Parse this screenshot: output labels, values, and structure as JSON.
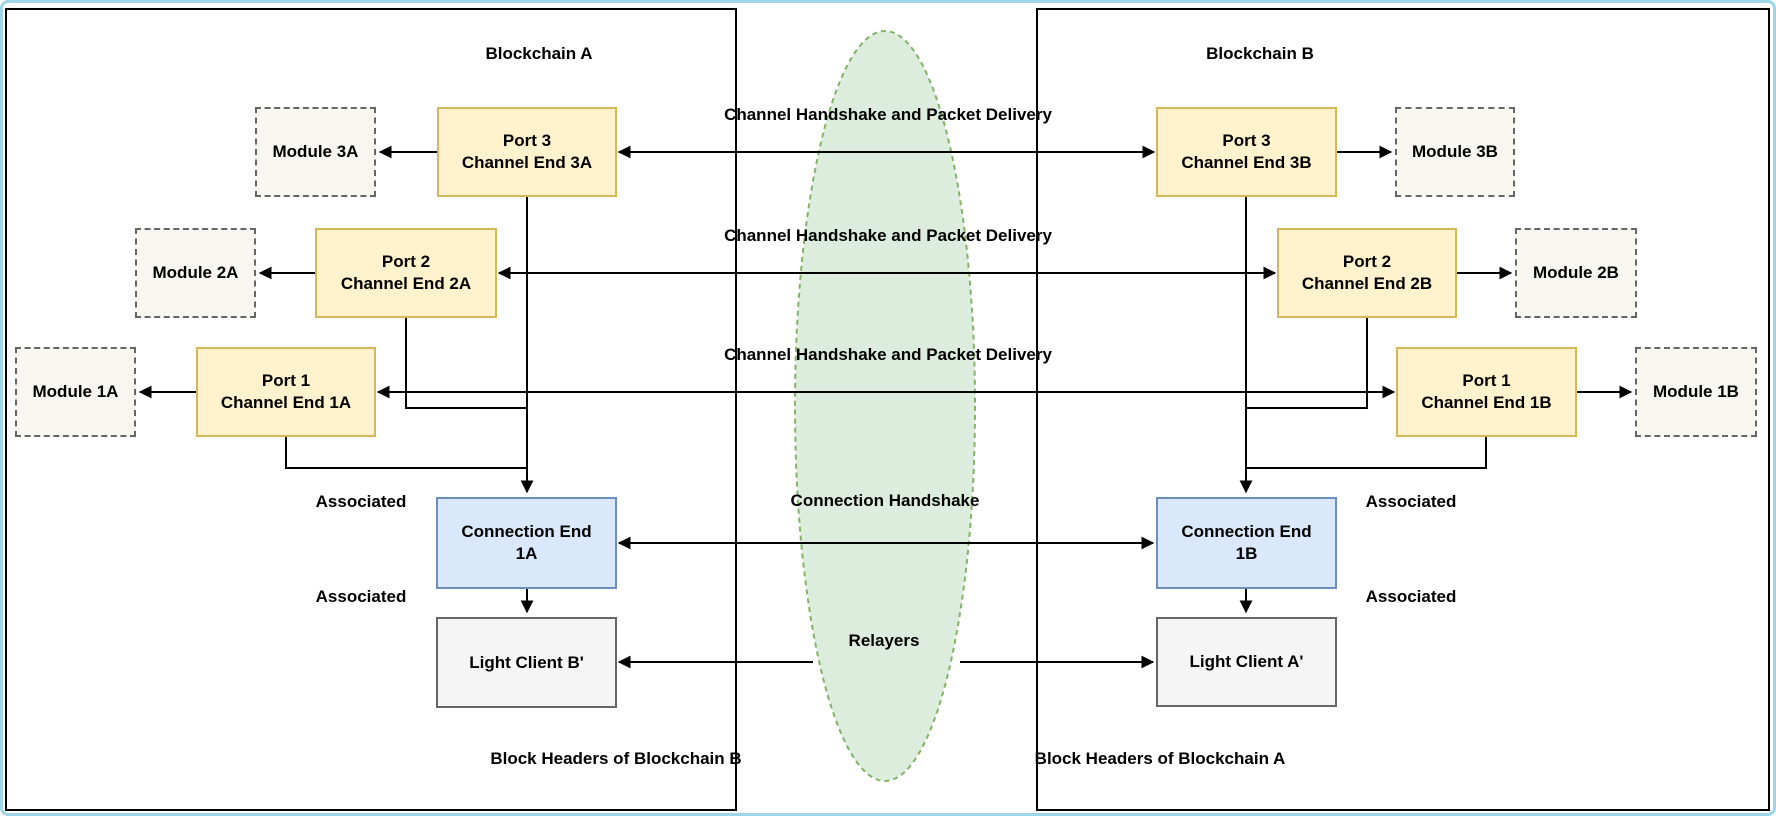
{
  "blockchain_a": {
    "title": "Blockchain A",
    "footer_label": "Block Headers of Blockchain B"
  },
  "blockchain_b": {
    "title": "Blockchain B",
    "footer_label": "Block Headers of Blockchain A"
  },
  "channel_labels": [
    "Channel Handshake and Packet Delivery",
    "Channel Handshake and Packet Delivery",
    "Channel Handshake and Packet Delivery"
  ],
  "connection_label": "Connection Handshake",
  "relayers_label": "Relayers",
  "associated_label": "Associated",
  "nodes": {
    "port3a": {
      "line1": "Port 3",
      "line2": "Channel End 3A"
    },
    "port2a": {
      "line1": "Port 2",
      "line2": "Channel End 2A"
    },
    "port1a": {
      "line1": "Port 1",
      "line2": "Channel End 1A"
    },
    "port3b": {
      "line1": "Port 3",
      "line2": "Channel End 3B"
    },
    "port2b": {
      "line1": "Port 2",
      "line2": "Channel End 2B"
    },
    "port1b": {
      "line1": "Port 1",
      "line2": "Channel End 1B"
    },
    "module3a": {
      "label": "Module 3A"
    },
    "module2a": {
      "label": "Module 2A"
    },
    "module1a": {
      "label": "Module 1A"
    },
    "module3b": {
      "label": "Module 3B"
    },
    "module2b": {
      "label": "Module 2B"
    },
    "module1b": {
      "label": "Module 1B"
    },
    "conn1a": {
      "line1": "Connection End",
      "line2": "1A"
    },
    "conn1b": {
      "line1": "Connection End",
      "line2": "1B"
    },
    "light_client_b": {
      "label": "Light Client B'"
    },
    "light_client_a": {
      "label": "Light Client A'"
    }
  },
  "colors": {
    "port_fill": "#FFF2CC",
    "port_stroke": "#D6B656",
    "connection_fill": "#DAE8FC",
    "connection_stroke": "#6C8EBF",
    "client_fill": "#F5F5F5",
    "client_stroke": "#666666",
    "module_fill": "#F7F6F1",
    "module_stroke": "#666666",
    "relayer_fill": "#D5E8D4",
    "relayer_stroke": "#82B366",
    "line_color": "#000000",
    "box_stroke": "#000000",
    "frame_color": "#9FD5E8",
    "background": "#FFFFFF"
  }
}
